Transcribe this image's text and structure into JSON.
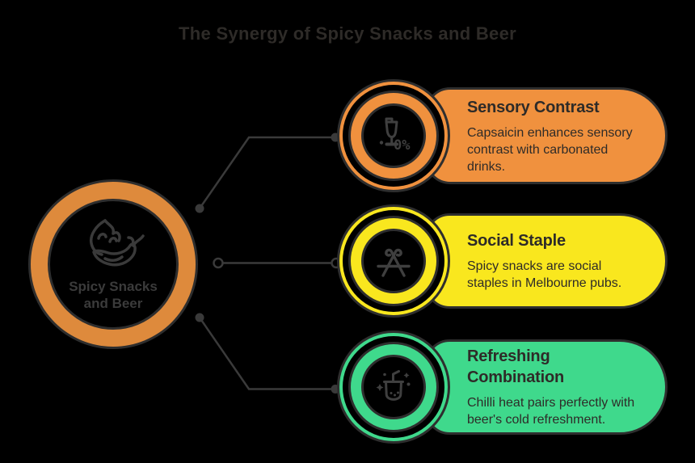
{
  "title": "The Synergy of Spicy Snacks and Beer",
  "hub": {
    "label": "Spicy Snacks and Beer",
    "icon": "chili-flame-icon",
    "ring_color": "#DE8A3C"
  },
  "cards": [
    {
      "title": "Sensory Contrast",
      "description": "Capsaicin enhances sensory contrast with carbonated drinks.",
      "color": "#F0913E",
      "icon": "zero-percent-glass-icon"
    },
    {
      "title": "Social Staple",
      "description": "Spicy snacks are social staples in Melbourne pubs.",
      "color": "#F9E71E",
      "icon": "crossed-snack-sticks-icon"
    },
    {
      "title": "Refreshing Combination",
      "description": "Chilli heat pairs perfectly with beer's cold refreshment.",
      "color": "#3FD98C",
      "icon": "fizzy-drink-icon"
    }
  ],
  "colors": {
    "background": "#000000",
    "outline": "#2E2E2E",
    "text_dark": "#2E2B28",
    "connector": "#3A3A3A",
    "hub_text": "#3B3B3B",
    "icon_stroke": "#3F3F3F"
  }
}
